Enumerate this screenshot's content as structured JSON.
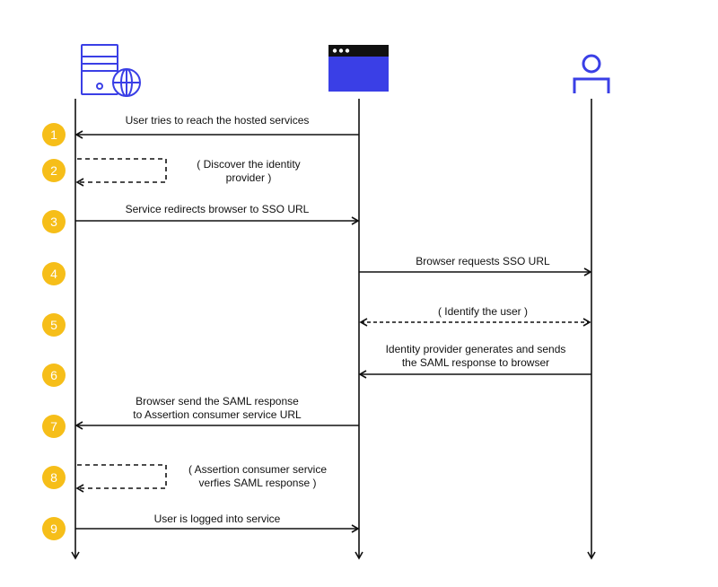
{
  "colors": {
    "step_badge": "#F6BE19",
    "accent": "#3A3FE6",
    "line": "#111111"
  },
  "actors": [
    {
      "icon": "server-globe-icon"
    },
    {
      "icon": "browser-window-icon"
    },
    {
      "icon": "user-icon"
    }
  ],
  "steps": [
    {
      "number": "1",
      "line1": "User tries to reach the hosted services",
      "line2": ""
    },
    {
      "number": "2",
      "line1": "( Discover the identity",
      "line2": "provider )"
    },
    {
      "number": "3",
      "line1": "Service  redirects browser to SSO URL",
      "line2": ""
    },
    {
      "number": "4",
      "line1": "Browser requests SSO URL",
      "line2": ""
    },
    {
      "number": "5",
      "line1": "( Identify the user )",
      "line2": ""
    },
    {
      "number": "6",
      "line1": "Identity provider generates and sends",
      "line2": "the SAML response to browser"
    },
    {
      "number": "7",
      "line1": "Browser send the SAML response",
      "line2": "to Assertion consumer service URL"
    },
    {
      "number": "8",
      "line1": "( Assertion consumer service",
      "line2": "verfies SAML response )"
    },
    {
      "number": "9",
      "line1": "User is logged into service",
      "line2": ""
    }
  ]
}
